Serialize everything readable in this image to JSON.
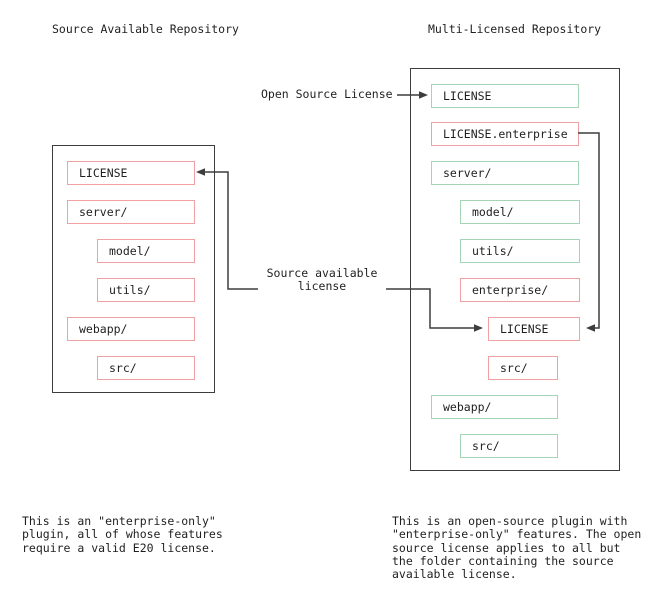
{
  "left_repo": {
    "title": "Source Available Repository",
    "items": [
      {
        "label": "LICENSE",
        "indent": 0,
        "license": "source-available"
      },
      {
        "label": "server/",
        "indent": 0,
        "license": "source-available"
      },
      {
        "label": "model/",
        "indent": 1,
        "license": "source-available"
      },
      {
        "label": "utils/",
        "indent": 1,
        "license": "source-available"
      },
      {
        "label": "webapp/",
        "indent": 0,
        "license": "source-available"
      },
      {
        "label": "src/",
        "indent": 1,
        "license": "source-available"
      }
    ]
  },
  "right_repo": {
    "title": "Multi-Licensed Repository",
    "items": [
      {
        "label": "LICENSE",
        "indent": 0,
        "license": "open-source"
      },
      {
        "label": "LICENSE.enterprise",
        "indent": 0,
        "license": "source-available"
      },
      {
        "label": "server/",
        "indent": 0,
        "license": "open-source"
      },
      {
        "label": "model/",
        "indent": 1,
        "license": "open-source"
      },
      {
        "label": "utils/",
        "indent": 1,
        "license": "open-source"
      },
      {
        "label": "enterprise/",
        "indent": 1,
        "license": "source-available"
      },
      {
        "label": "LICENSE",
        "indent": 2,
        "license": "source-available"
      },
      {
        "label": "src/",
        "indent": 2,
        "license": "source-available"
      },
      {
        "label": "webapp/",
        "indent": 0,
        "license": "open-source"
      },
      {
        "label": "src/",
        "indent": 1,
        "license": "open-source"
      }
    ]
  },
  "labels": {
    "open_source": "Open Source License",
    "source_available": "Source available\nlicense"
  },
  "notes": {
    "left": "This is an \"enterprise-only\"\nplugin, all of whose features\nrequire a valid E20 license.",
    "right": "This is an open-source plugin with\n\"enterprise-only\" features. The open\nsource license applies to all but\nthe folder containing the source\navailable license."
  },
  "colors": {
    "source_available": "#efa2a1",
    "open_source": "#a6d5b6",
    "line": "#3d3d3d",
    "text": "#1f1f1f",
    "background": "#ffffff"
  }
}
